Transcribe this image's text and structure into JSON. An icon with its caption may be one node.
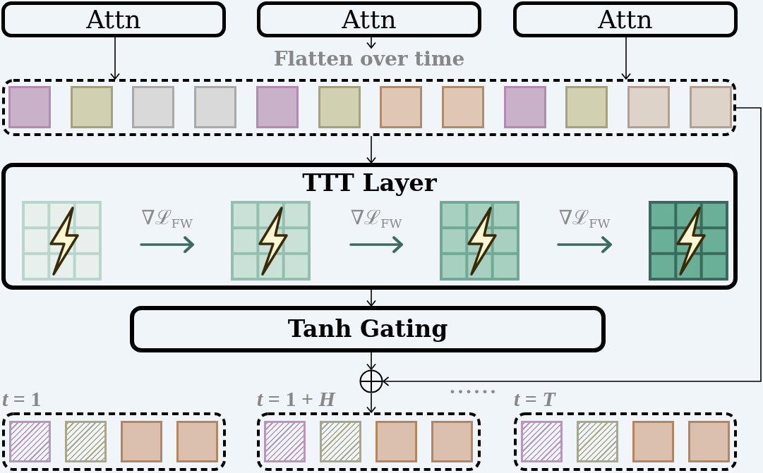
{
  "diagram": {
    "nodes": [
      {
        "text": [
          "Attn"
        ]
      },
      {
        "text": [
          "Attn"
        ]
      },
      {
        "text": [
          "Attn"
        ]
      },
      {
        "text": [
          "Flatten over time"
        ]
      },
      {
        "text": [
          "TTT Layer"
        ]
      },
      {
        "text": [],
        "shape": "grid",
        "in": 4
      },
      {
        "text": [],
        "shape": "grid",
        "in": 4
      },
      {
        "text": [],
        "shape": "grid",
        "in": 4
      },
      {
        "text": [],
        "shape": "grid",
        "in": 4
      },
      {
        "text": [
          "Tanh Gating"
        ]
      },
      {
        "text": [],
        "shape": "circle"
      },
      {
        "text": [],
        "shape": "box",
        "beside": [
          "*t* = 1"
        ]
      },
      {
        "text": [],
        "shape": "box",
        "beside": [
          "*t* = 1 + *H*"
        ]
      },
      {
        "text": [],
        "shape": "box",
        "beside": [
          "*t* = *T*"
        ]
      }
    ],
    "edges": [
      {
        "from": 0,
        "to": 3,
        "arrow": "to"
      },
      {
        "from": 1,
        "to": 3,
        "arrow": "to"
      },
      {
        "from": 2,
        "to": 3,
        "arrow": "to"
      },
      {
        "from": 3,
        "to": 4,
        "arrow": "to"
      },
      {
        "from": 5,
        "to": 6,
        "arrow": "to",
        "label": "∇ℒ$_{FW}$",
        "style": "thick",
        "color": "#3b6b5d"
      },
      {
        "from": 6,
        "to": 7,
        "arrow": "to",
        "label": "∇ℒ$_{FW}$",
        "style": "thick",
        "color": "#3b6b5d"
      },
      {
        "from": 7,
        "to": 8,
        "arrow": "to",
        "label": "∇ℒ$_{FW}$",
        "style": "thick",
        "color": "#3b6b5d"
      },
      {
        "from": 4,
        "to": 9,
        "arrow": "to"
      },
      {
        "from": 9,
        "to": 10,
        "arrow": "to"
      },
      {
        "from": 10,
        "to": 12,
        "arrow": "to"
      },
      {
        "from": 3,
        "to": 10,
        "arrow": "to"
      }
    ],
    "labels": [
      "······"
    ]
  }
}
